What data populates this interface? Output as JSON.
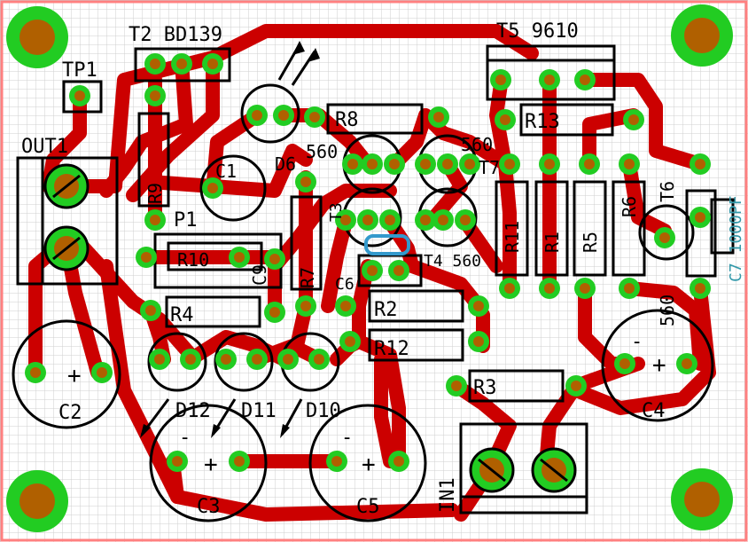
{
  "title": "",
  "colors": {
    "background": "#ffffff",
    "grid": "#c8c8c8",
    "border": "#ff8080",
    "trace": "#cc0000",
    "pad": "#22cc22",
    "drill": "#b06000",
    "silkscreen": "#000000",
    "label_alt": "#3399aa"
  },
  "labels": {
    "t2": "T2 BD139",
    "t5": "T5 9610",
    "tp1": "TP1",
    "out1": "OUT1",
    "r9": "R9",
    "c1": "C1",
    "p1": "P1",
    "r8": "R8",
    "d6": "D6",
    "v560a": "560",
    "v560b": "560",
    "t7": "T7",
    "r13": "R13",
    "r11": "R11",
    "r1": "R1",
    "r5": "R5",
    "r6": "R6",
    "t6": "T6",
    "c7val": "C7 1000PF",
    "r10": "R10",
    "c9": "C9",
    "r7": "R7",
    "t3": "T3",
    "c6": "C6",
    "r4": "R4",
    "r2": "R2",
    "r12": "R12",
    "t4val": "T4 560",
    "v560c": "560",
    "r3": "R3",
    "c2": "C2",
    "d12": "D12",
    "d11": "D11",
    "d10": "D10",
    "c3": "C3",
    "c5": "C5",
    "c4": "C4",
    "in1": "IN1",
    "minus": "-",
    "plus": "+"
  }
}
